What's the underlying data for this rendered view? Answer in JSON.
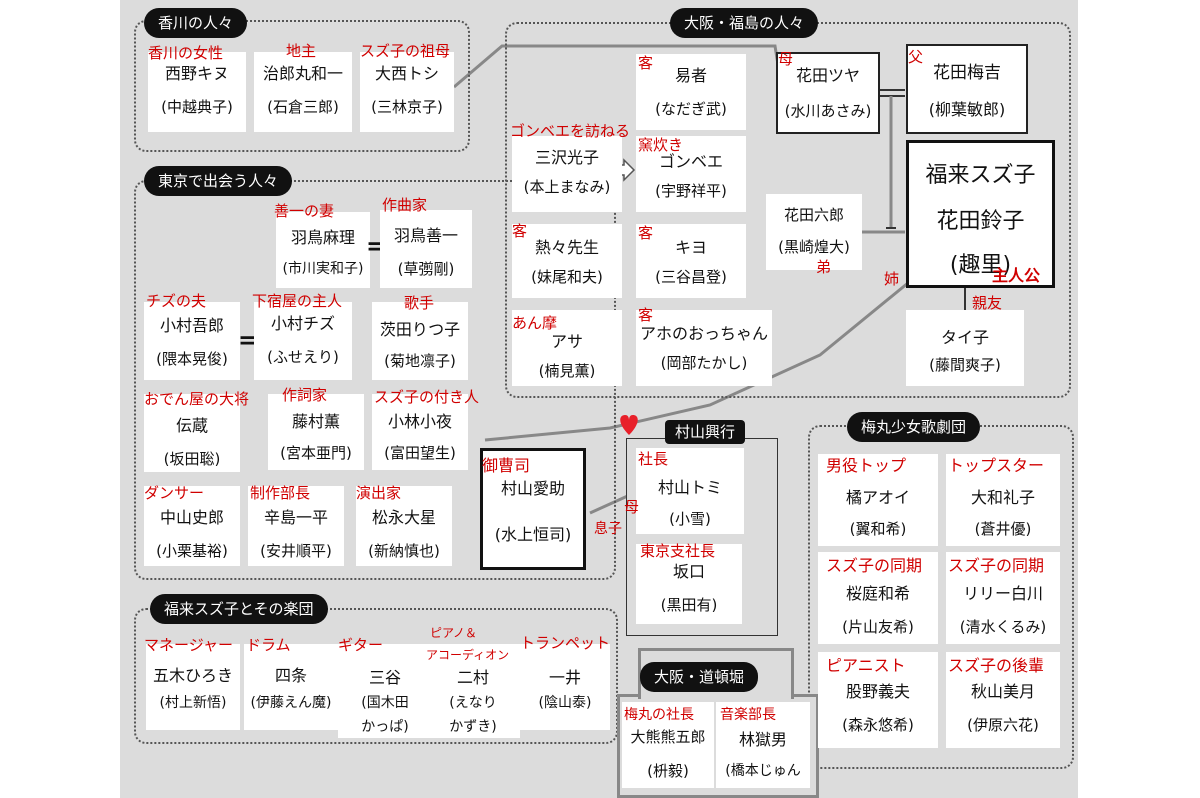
{
  "groups": {
    "kagawa": "香川の人々",
    "osaka_fukushima": "大阪・福島の人々",
    "tokyo": "東京で出会う人々",
    "murayama": "村山興行",
    "umemaru": "梅丸少女歌劇団",
    "band": "福来スズ子とその楽団",
    "dotonbori": "大阪・道頓堀"
  },
  "people": {
    "nishino": {
      "name": "西野キヌ",
      "actor": "(中越典子)",
      "role": "香川の女性"
    },
    "jiroumaru": {
      "name": "治郎丸和一",
      "actor": "(石倉三郎)",
      "role": "地主"
    },
    "onishi": {
      "name": "大西トシ",
      "actor": "(三林京子)",
      "role": "スズ子の祖母"
    },
    "ekisha": {
      "name": "易者",
      "actor": "(なだぎ武)",
      "role": "客"
    },
    "tsuya": {
      "name": "花田ツヤ",
      "actor": "(水川あさみ)",
      "role": "母"
    },
    "umekichi": {
      "name": "花田梅吉",
      "actor": "(柳葉敏郎)",
      "role": "父"
    },
    "misawa": {
      "name": "三沢光子",
      "actor": "(本上まなみ)",
      "role": "ゴンベエを訪ねる"
    },
    "gonbee": {
      "name": "ゴンベエ",
      "actor": "(宇野祥平)",
      "role": "窯炊き"
    },
    "suzuko": {
      "name1": "福来スズ子",
      "name2": "花田鈴子",
      "name3": "(趣里)",
      "role": "主人公"
    },
    "rokuro": {
      "name": "花田六郎",
      "actor": "(黒崎煌大)",
      "role": "弟"
    },
    "atsuatsu": {
      "name": "熱々先生",
      "actor": "(妹尾和夫)",
      "role": "客"
    },
    "kiyo": {
      "name": "キヨ",
      "actor": "(三谷昌登)",
      "role": "客"
    },
    "asa": {
      "name": "アサ",
      "actor": "(楠見薫)",
      "role": "あん摩"
    },
    "aho": {
      "name": "アホのおっちゃん",
      "actor": "(岡部たかし)",
      "role": "客"
    },
    "taiko": {
      "name": "タイ子",
      "actor": "(藤間爽子)",
      "role": "親友"
    },
    "hatori_mari": {
      "name": "羽鳥麻理",
      "actor": "(市川実和子)",
      "role": "善一の妻"
    },
    "hatori_zenichi": {
      "name": "羽鳥善一",
      "actor": "(草彅剛)",
      "role": "作曲家"
    },
    "komura_goro": {
      "name": "小村吾郎",
      "actor": "(隈本晃俊)",
      "role": "チズの夫"
    },
    "komura_chizu": {
      "name": "小村チズ",
      "actor": "(ふせえり)",
      "role": "下宿屋の主人"
    },
    "ibarada": {
      "name": "茨田りつ子",
      "actor": "(菊地凛子)",
      "role": "歌手"
    },
    "denzo": {
      "name": "伝蔵",
      "actor": "(坂田聡)",
      "role": "おでん屋の大将"
    },
    "fujimura": {
      "name": "藤村薫",
      "actor": "(宮本亜門)",
      "role": "作詞家"
    },
    "kobayashi": {
      "name": "小林小夜",
      "actor": "(富田望生)",
      "role": "スズ子の付き人"
    },
    "nakayama": {
      "name": "中山史郎",
      "actor": "(小栗基裕)",
      "role": "ダンサー"
    },
    "tsujishima": {
      "name": "辛島一平",
      "actor": "(安井順平)",
      "role": "制作部長"
    },
    "matsunaga": {
      "name": "松永大星",
      "actor": "(新納慎也)",
      "role": "演出家"
    },
    "aisuke": {
      "name": "村山愛助",
      "actor": "(水上恒司)",
      "role": "御曹司",
      "role2": "息子"
    },
    "tomi": {
      "name": "村山トミ",
      "actor": "(小雪)",
      "role": "社長",
      "role2": "母"
    },
    "sakaguchi": {
      "name": "坂口",
      "actor": "(黒田有)",
      "role": "東京支社長"
    },
    "tachibana": {
      "name": "橘アオイ",
      "actor": "(翼和希)",
      "role": "男役トップ"
    },
    "yamato": {
      "name": "大和礼子",
      "actor": "(蒼井優)",
      "role": "トップスター"
    },
    "sakuraniwa": {
      "name": "桜庭和希",
      "actor": "(片山友希)",
      "role": "スズ子の同期"
    },
    "lily": {
      "name": "リリー白川",
      "actor": "(清水くるみ)",
      "role": "スズ子の同期"
    },
    "matano": {
      "name": "股野義夫",
      "actor": "(森永悠希)",
      "role": "ピアニスト"
    },
    "akiyama": {
      "name": "秋山美月",
      "actor": "(伊原六花)",
      "role": "スズ子の後輩"
    },
    "goki": {
      "name": "五木ひろき",
      "actor": "(村上新悟)",
      "role": "マネージャー"
    },
    "yojo": {
      "name": "四条",
      "actor": "(伊藤えん魔)",
      "role": "ドラム"
    },
    "mitani": {
      "name": "三谷",
      "actor1": "(国木田",
      "actor2": "かっぱ)",
      "role": "ギター"
    },
    "nimura": {
      "name": "二村",
      "actor1": "(えなり",
      "actor2": "かずき)",
      "role1": "ピアノ＆",
      "role2": "アコーディオン"
    },
    "ichii": {
      "name": "一井",
      "actor": "(陰山泰)",
      "role": "トランペット"
    },
    "okuma": {
      "name": "大熊熊五郎",
      "actor": "(枡毅)",
      "role": "梅丸の社長"
    },
    "hayashi": {
      "name": "林獄男",
      "actor": "(橋本じゅん",
      "role": "音楽部長"
    }
  },
  "colors": {
    "role": "#d00000",
    "pill": "#111111",
    "bg": "#dcdcdc",
    "heart": "#e8202a"
  },
  "icons": [
    "heart-icon",
    "arrow-right-icon"
  ]
}
